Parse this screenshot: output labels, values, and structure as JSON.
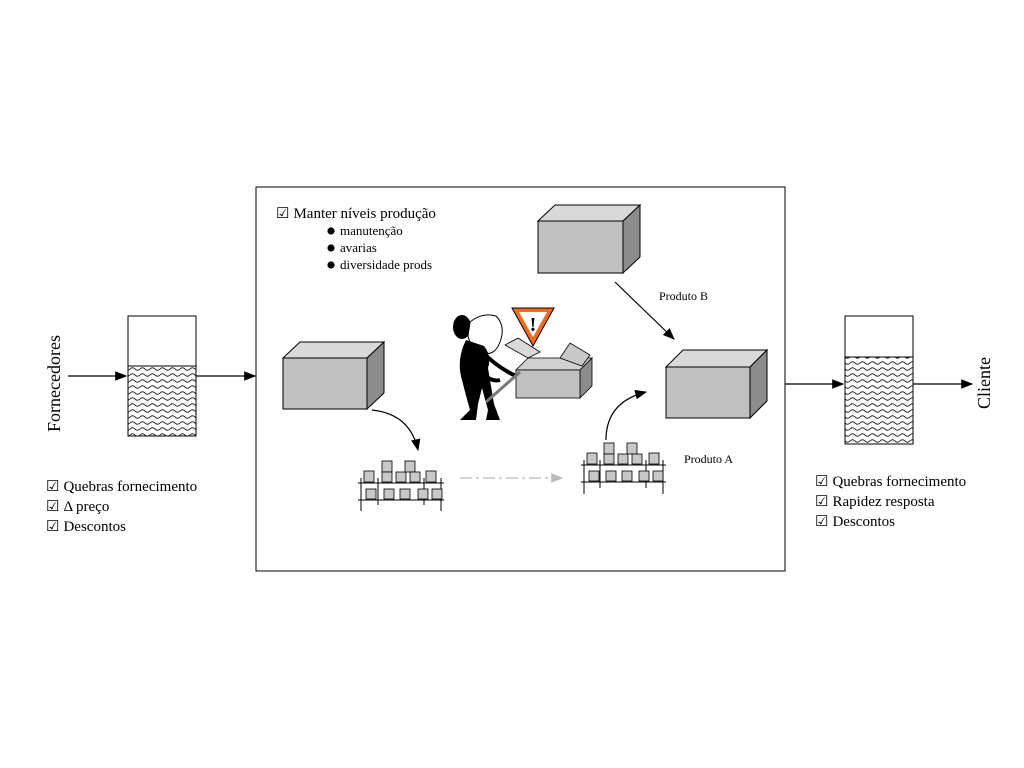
{
  "left": {
    "vertical_label": "Fornecedores",
    "bullets": [
      "Quebras fornecimento",
      "Δ preço",
      "Descontos"
    ],
    "check_glyph": "☑"
  },
  "right": {
    "vertical_label": "Cliente",
    "bullets": [
      "Quebras fornecimento",
      "Rapidez resposta",
      "Descontos"
    ],
    "check_glyph": "☑"
  },
  "center": {
    "heading": "Manter níveis produção",
    "heading_check": "☑",
    "sub_items": [
      "manutenção",
      "avarias",
      "diversidade prods"
    ],
    "product_b_label": "Produto B",
    "product_a_label": "Produto A",
    "warning_symbol": "!"
  },
  "colors": {
    "box_front": "#c0c0c0",
    "box_top": "#d9d9d9",
    "box_side": "#8c8c8c",
    "warning_orange": "#f26b1d",
    "dash_arrow": "#bbbbbb"
  }
}
